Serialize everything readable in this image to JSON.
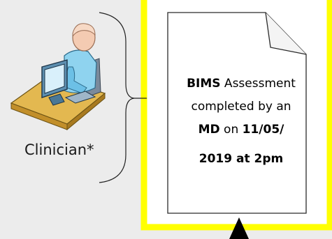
{
  "actor": {
    "label": "Clinician*",
    "icon": "clinician-at-computer-icon"
  },
  "document": {
    "line1": {
      "bold": "BIMS",
      "rest": " Assessment"
    },
    "line2": "completed by an",
    "line3": {
      "bold1": "MD",
      "mid": " on ",
      "bold2": "11/05/"
    },
    "line4": "2019 at 2pm"
  },
  "colors": {
    "highlight": "#ffff00",
    "background": "#ececec",
    "paper": "#ffffff"
  }
}
